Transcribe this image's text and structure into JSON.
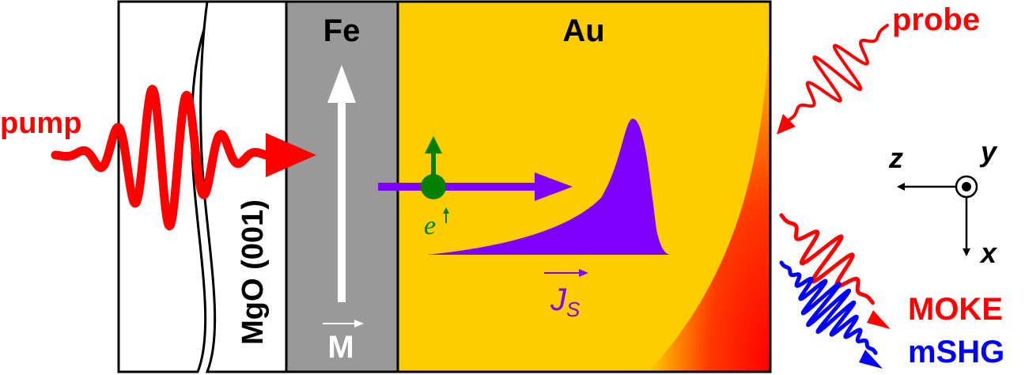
{
  "labels": {
    "pump": "pump",
    "probe": "probe",
    "fe": "Fe",
    "au": "Au",
    "substrate": "MgO (001)",
    "magnetization": "M",
    "spin_current_main": "J",
    "spin_current_sub": "S",
    "electron_main": "e",
    "moke": "MOKE",
    "mshg": "mSHG",
    "axis_z": "z",
    "axis_y": "y",
    "axis_x": "x"
  },
  "colors": {
    "pump": "#ff0000",
    "probe": "#ff0000",
    "moke": "#ff0000",
    "mshg": "#0000ff",
    "fe_layer": "#999999",
    "au_layer": "#ffcc00",
    "au_gradient_end": "#ff0000",
    "spin_current": "#7f00ff",
    "electron": "#007f00",
    "substrate": "#ffffff",
    "magnetization_arrow": "#ffffff",
    "axes": "#000000"
  }
}
